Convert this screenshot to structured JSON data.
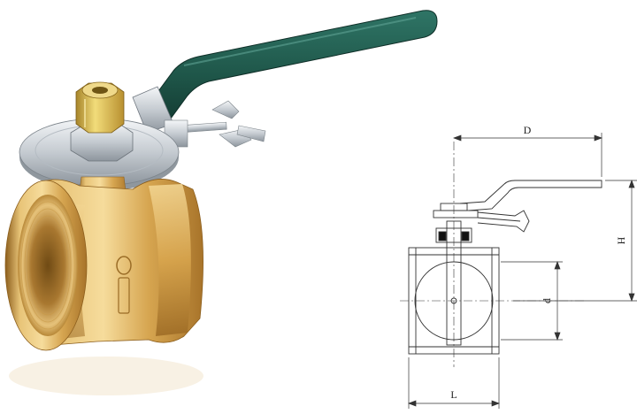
{
  "photo": {
    "subject": "ball-valve",
    "handle_color": "#1e5548",
    "body_color": "#d9a84a",
    "nut_color": "#e0c050"
  },
  "drawing": {
    "labels": {
      "D": "D",
      "H": "H",
      "d": "d",
      "L": "L"
    }
  }
}
